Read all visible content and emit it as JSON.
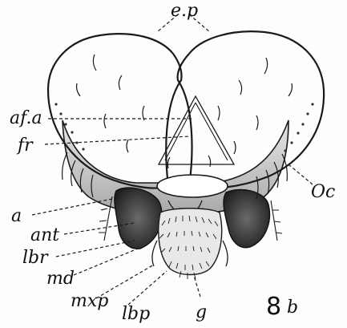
{
  "figure": {
    "number": "8",
    "panel": "b",
    "labels": {
      "ep": "e.p",
      "afa": "af.a",
      "fr": "fr",
      "a": "a",
      "ant": "ant",
      "lbr": "lbr",
      "md": "md",
      "mxp": "mxp",
      "lbp": "lbp",
      "g": "g",
      "oc": "Oc"
    }
  }
}
